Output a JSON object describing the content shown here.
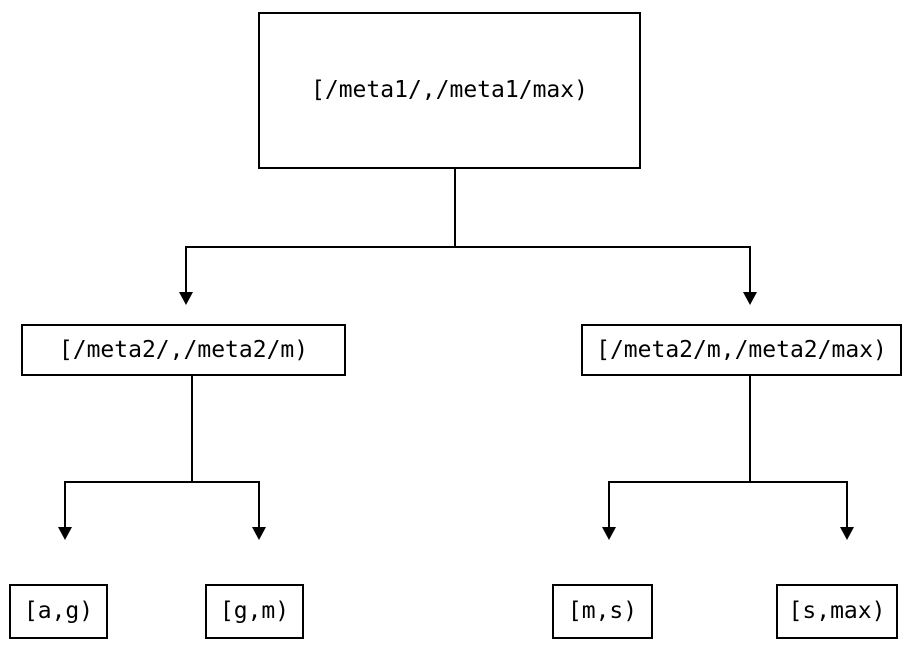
{
  "diagram": {
    "type": "tree",
    "title": "",
    "background_color": "#ffffff",
    "line_color": "#000000",
    "text_color": "#000000",
    "nodes": {
      "root": {
        "label": "[/meta1/,/meta1/max)"
      },
      "level2": [
        {
          "label": "[/meta2/,/meta2/m)"
        },
        {
          "label": "[/meta2/m,/meta2/max)"
        }
      ],
      "leaves": [
        {
          "label": "[a,g)"
        },
        {
          "label": "[g,m)"
        },
        {
          "label": "[m,s)"
        },
        {
          "label": "[s,max)"
        }
      ]
    },
    "edges": [
      {
        "from": "root",
        "to": "[/meta2/,/meta2/m)",
        "arrow": "down-triangle"
      },
      {
        "from": "root",
        "to": "[/meta2/m,/meta2/max)",
        "arrow": "down-triangle"
      },
      {
        "from": "[/meta2/,/meta2/m)",
        "to": "[a,g)",
        "arrow": "down-triangle"
      },
      {
        "from": "[/meta2/,/meta2/m)",
        "to": "[g,m)",
        "arrow": "down-triangle"
      },
      {
        "from": "[/meta2/m,/meta2/max)",
        "to": "[m,s)",
        "arrow": "down-triangle"
      },
      {
        "from": "[/meta2/m,/meta2/max)",
        "to": "[s,max)",
        "arrow": "down-triangle"
      }
    ]
  }
}
